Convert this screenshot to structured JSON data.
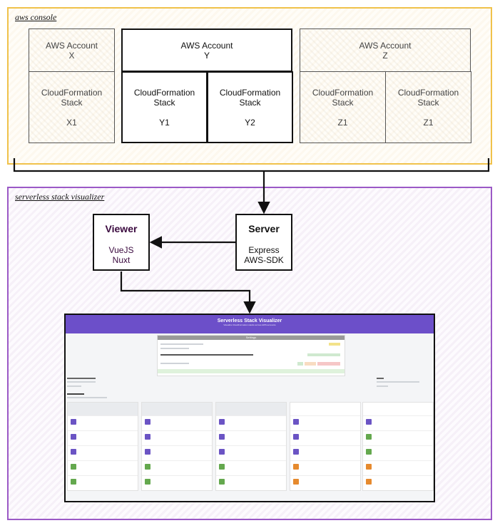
{
  "groups": {
    "aws_console": {
      "title": "aws console"
    },
    "visualizer": {
      "title": "serverless stack visualizer"
    }
  },
  "accounts": [
    {
      "label": "AWS Account",
      "id": "X"
    },
    {
      "label": "AWS Account",
      "id": "Y"
    },
    {
      "label": "AWS Account",
      "id": "Z"
    }
  ],
  "stacks": [
    {
      "label": "CloudFormation Stack",
      "id": "X1"
    },
    {
      "label": "CloudFormation Stack",
      "id": "Y1"
    },
    {
      "label": "CloudFormation Stack",
      "id": "Y2"
    },
    {
      "label": "CloudFormation Stack",
      "id": "Z1"
    },
    {
      "label": "CloudFormation Stack",
      "id": "Z1"
    }
  ],
  "viewer": {
    "title": "Viewer",
    "line1": "VueJS",
    "line2": "Nuxt"
  },
  "server": {
    "title": "Server",
    "line1": "Express",
    "line2": "AWS-SDK"
  },
  "screenshot": {
    "title": "Serverless Stack Visualizer",
    "subtitle": "Visualize CloudFormation stacks across AWS accounts",
    "section": "Settings"
  },
  "colors": {
    "aws_console_border": "#f0c24b",
    "aws_console_fill": "#fdf8ee",
    "visualizer_border": "#9b59c6",
    "visualizer_fill": "#f6f0f8",
    "viewer_title": "#3b0a3f",
    "screenshot_header": "#6c4fc9"
  }
}
